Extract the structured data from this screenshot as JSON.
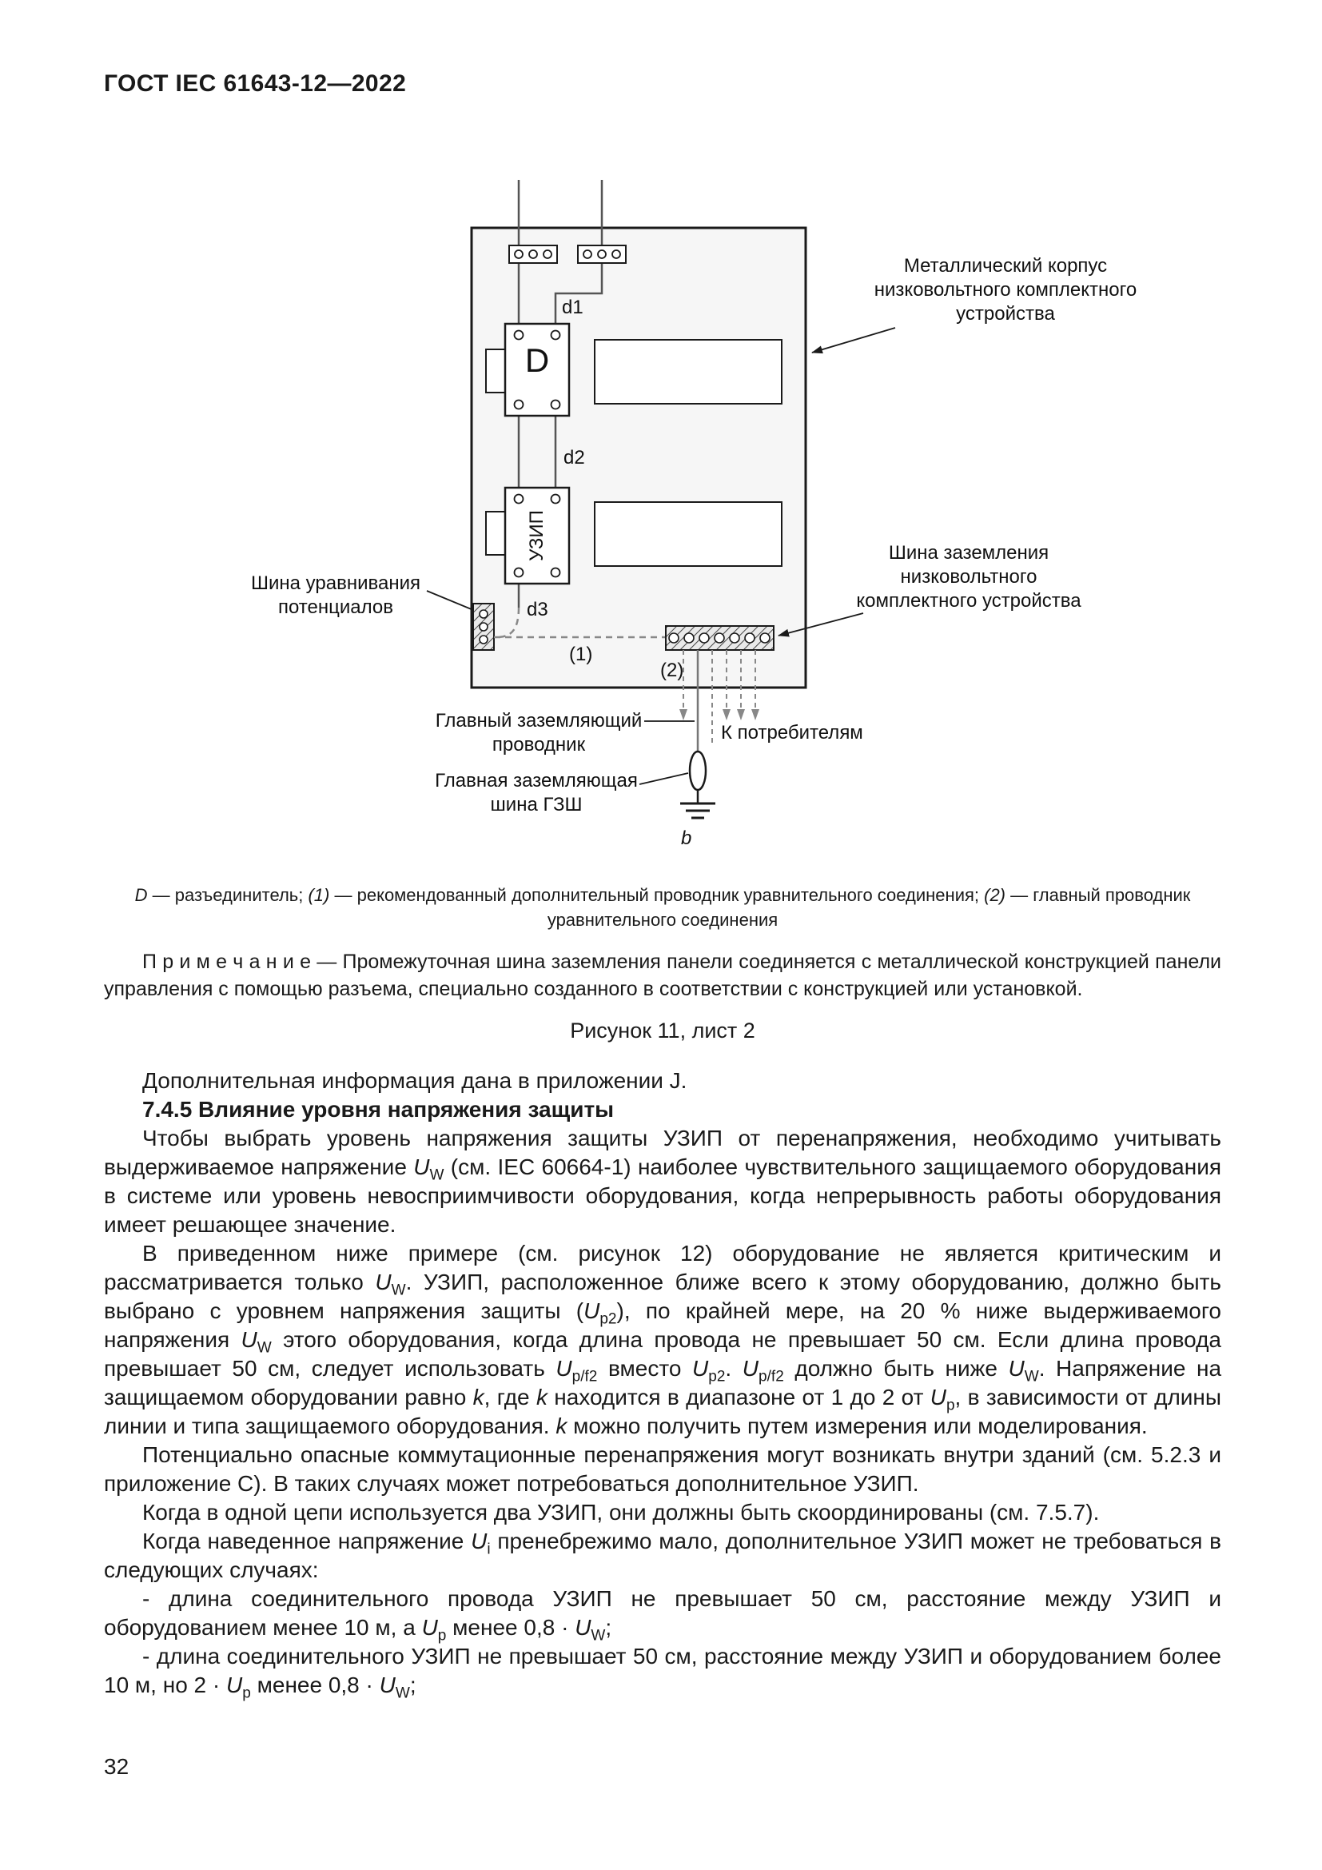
{
  "header": {
    "title": "ГОСТ IEC 61643-12—2022"
  },
  "diagram": {
    "d_label": "D",
    "spd_label": "УЗИП",
    "d1": "d1",
    "d2": "d2",
    "d3": "d3",
    "ref1": "(1)",
    "ref2": "(2)",
    "b": "b",
    "enclosure_label": "Металлический корпус низковольтного комплектного устройства",
    "ground_bus_label": "Шина заземления низковольтного комплектного устройства",
    "bonding_bus_label": "Шина уравнивания потенциалов",
    "main_earthing_conductor_label": "Главный заземляющий проводник",
    "main_earthing_bus_label": "Главная заземляющая шина ГЗШ",
    "to_consumers_label": "К потребителям"
  },
  "legend": {
    "segments": [
      {
        "t": "D",
        "i": true
      },
      {
        "t": " — разъединитель; "
      },
      {
        "t": "(1)",
        "i": true
      },
      {
        "t": " — рекомендованный дополнительный проводник уравнительного соединения; "
      },
      {
        "t": "(2)",
        "i": true
      },
      {
        "t": " — главный проводник уравнительного соединения"
      }
    ]
  },
  "note": {
    "text": "П р и м е ч а н и е   — Промежуточная шина заземления панели соединяется с металлической конструкцией панели управления с помощью разъема, специально созданного в соответствии с конструкцией или установкой."
  },
  "figure_label": "Рисунок 11, лист 2",
  "body": {
    "para_intro": "Дополнительная информация дана в приложении J.",
    "heading_745": "7.4.5 Влияние уровня напряжения защиты",
    "para1": [
      {
        "t": "Чтобы выбрать уровень напряжения защиты УЗИП от перенапряжения, необходимо учитывать выдерживаемое напряжение "
      },
      {
        "t": "U",
        "i": true
      },
      {
        "t": "W",
        "sub": true
      },
      {
        "t": " (см. IEC 60664-1) наиболее чувствительного защищаемого оборудования в системе или уровень невосприимчивости оборудования, когда непрерывность работы оборудования имеет решающее значение."
      }
    ],
    "para2": [
      {
        "t": "В приведенном ниже примере (см. рисунок 12) оборудование не является критическим и рассматривается только "
      },
      {
        "t": "U",
        "i": true
      },
      {
        "t": "W",
        "sub": true
      },
      {
        "t": ". УЗИП, расположенное ближе всего к этому оборудованию, должно быть выбрано с уровнем напряжения защиты ("
      },
      {
        "t": "U",
        "i": true
      },
      {
        "t": "p2",
        "sub": true
      },
      {
        "t": "), по крайней мере, на 20 % ниже выдерживаемого напряжения "
      },
      {
        "t": "U",
        "i": true
      },
      {
        "t": "W",
        "sub": true
      },
      {
        "t": " этого оборудования, когда длина провода не превышает 50 см. Если длина провода превышает 50 см, следует использовать "
      },
      {
        "t": "U",
        "i": true
      },
      {
        "t": "p/f2",
        "sub": true
      },
      {
        "t": " вместо "
      },
      {
        "t": "U",
        "i": true
      },
      {
        "t": "p2",
        "sub": true
      },
      {
        "t": ". "
      },
      {
        "t": "U",
        "i": true
      },
      {
        "t": "p/f2",
        "sub": true
      },
      {
        "t": " должно быть ниже "
      },
      {
        "t": "U",
        "i": true
      },
      {
        "t": "W",
        "sub": true
      },
      {
        "t": ". Напряжение на защищаемом оборудовании равно "
      },
      {
        "t": "k",
        "i": true
      },
      {
        "t": ", где "
      },
      {
        "t": "k",
        "i": true
      },
      {
        "t": " находится в диапазоне от 1 до 2 от "
      },
      {
        "t": "U",
        "i": true
      },
      {
        "t": "p",
        "sub": true
      },
      {
        "t": ", в зависимости от длины линии и типа защищаемого оборудования. "
      },
      {
        "t": "k",
        "i": true
      },
      {
        "t": " можно получить путем измерения или моделирования."
      }
    ],
    "para3": "Потенциально опасные коммутационные перенапряжения могут возникать внутри зданий (см. 5.2.3 и приложение C). В таких случаях может потребоваться дополнительное УЗИП.",
    "para4": "Когда в одной цепи используется два УЗИП, они должны быть скоординированы (см. 7.5.7).",
    "para5": [
      {
        "t": "Когда наведенное напряжение "
      },
      {
        "t": "U",
        "i": true
      },
      {
        "t": "i",
        "sub": true
      },
      {
        "t": " пренебрежимо мало, дополнительное УЗИП может не требоваться в следующих случаях:"
      }
    ],
    "bullet1": [
      {
        "t": "- длина соединительного провода УЗИП не превышает 50 см, расстояние между УЗИП и оборудованием менее 10 м, а "
      },
      {
        "t": "U",
        "i": true
      },
      {
        "t": "p",
        "sub": true
      },
      {
        "t": " менее 0,8 · "
      },
      {
        "t": "U",
        "i": true
      },
      {
        "t": "W",
        "sub": true
      },
      {
        "t": ";"
      }
    ],
    "bullet2": [
      {
        "t": "- длина соединительного УЗИП не превышает 50 см, расстояние между УЗИП и оборудованием более 10 м, но 2 · "
      },
      {
        "t": "U",
        "i": true
      },
      {
        "t": "p",
        "sub": true
      },
      {
        "t": " менее 0,8 · "
      },
      {
        "t": "U",
        "i": true
      },
      {
        "t": "W",
        "sub": true
      },
      {
        "t": ";"
      }
    ]
  },
  "page_number": "32"
}
